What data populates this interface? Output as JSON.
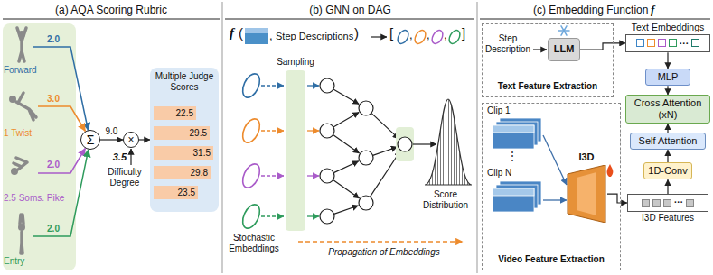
{
  "diagram": {
    "nodes": [
      {
        "text": [
          "Σ"
        ]
      },
      {
        "text": [
          "×"
        ]
      },
      {
        "text": [
          "Multiple Judge Scores"
        ]
      },
      {
        "text": [
          "22.5"
        ],
        "in": 2
      },
      {
        "text": [
          "29.5"
        ],
        "in": 2
      },
      {
        "text": [
          "31.5"
        ],
        "in": 2
      },
      {
        "text": [
          "29.8"
        ],
        "in": 2
      },
      {
        "text": [
          "23.5"
        ],
        "in": 2
      },
      {
        "text": [
          "Step Description",
          "Text Feature Extraction"
        ]
      },
      {
        "text": [
          "LLM"
        ],
        "in": 8
      },
      {
        "text": [
          "Text Embeddings",
          "···"
        ]
      },
      {
        "text": [
          "MLP"
        ]
      },
      {
        "text": [
          "Cross Attention (xN)"
        ]
      },
      {
        "text": [
          "Self Attention"
        ]
      },
      {
        "text": [
          "1D-Conv"
        ]
      },
      {
        "text": [
          "Clip 1",
          "⋮",
          "Clip N",
          "Video Feature Extraction"
        ]
      },
      {
        "text": [
          "I3D"
        ],
        "in": 15
      },
      {
        "text": [
          "···",
          "I3D Features"
        ]
      }
    ],
    "edges": [
      {
        "from": 0,
        "to": 1,
        "label": "9.0",
        "arrow": "to"
      },
      {
        "from": 1,
        "to": 2,
        "arrow": "to"
      },
      {
        "from": 9,
        "to": 10,
        "arrow": "to"
      },
      {
        "from": 10,
        "to": 11,
        "arrow": "to"
      },
      {
        "from": 11,
        "to": 12,
        "arrow": "to"
      },
      {
        "from": 13,
        "to": 12,
        "arrow": "to"
      },
      {
        "from": 14,
        "to": 13,
        "arrow": "to"
      },
      {
        "from": 16,
        "to": 17,
        "arrow": "to"
      },
      {
        "from": 17,
        "to": 14,
        "arrow": "to"
      }
    ],
    "labels": [
      "(a) AQA Scoring Rubric",
      "Forward",
      "2.0",
      "1 Twist",
      "3.0",
      "2.5 Soms. Pike",
      "2.0",
      "Entry",
      "2.0",
      "3.5",
      "Difficulty Degree",
      "(b) GNN on DAG",
      "f",
      "(",
      ",",
      "Step Descriptions",
      ")",
      "[",
      ",",
      ",",
      ",",
      "]",
      "Sampling",
      "Stochastic Embeddings",
      "Score Distribution",
      "Propagation of Embeddings",
      "(c) Embedding Function",
      "f"
    ]
  }
}
